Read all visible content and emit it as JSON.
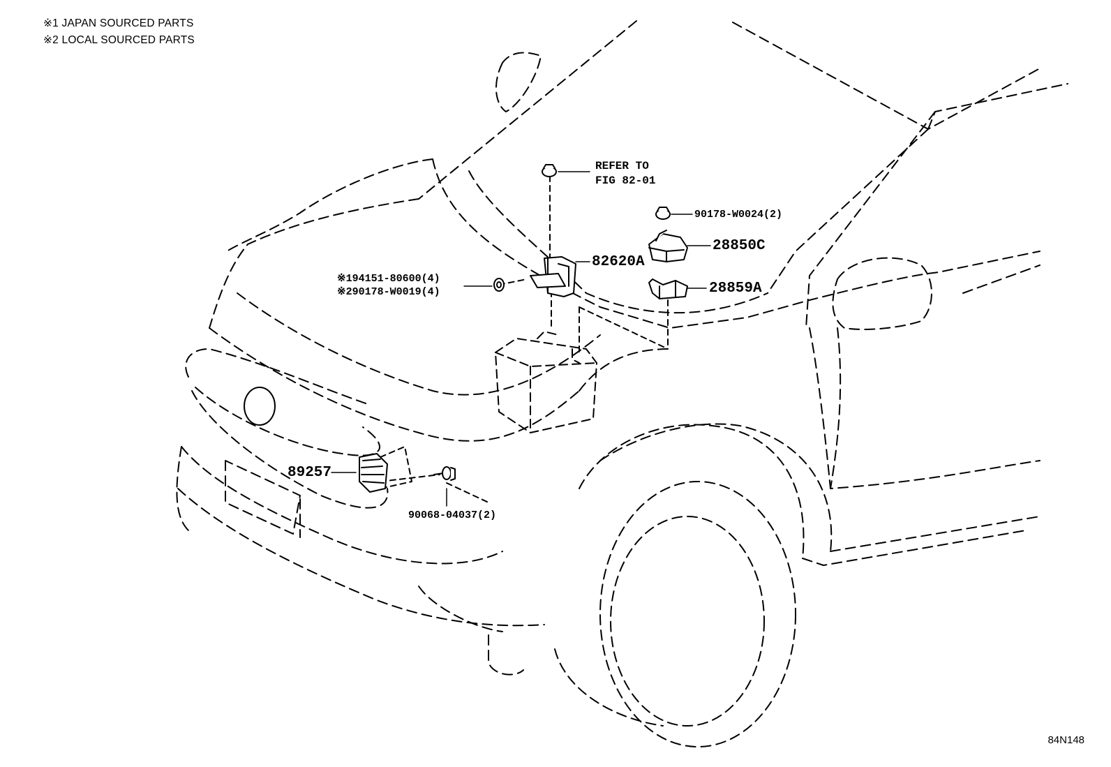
{
  "legend": [
    "※1 JAPAN SOURCED PARTS",
    "※2 LOCAL SOURCED PARTS"
  ],
  "callouts": {
    "refer_line1": "REFER TO",
    "refer_line2": "FIG 82-01",
    "p90178_w0024": "90178-W0024(2)",
    "p28850c": "28850C",
    "p82620a": "82620A",
    "p28859a": "28859A",
    "p194151": "※194151-80600(4)",
    "p290178": "※290178-W0019(4)",
    "p89257": "89257",
    "p90068": "90068-04037(2)"
  },
  "figure_code": "84N148"
}
